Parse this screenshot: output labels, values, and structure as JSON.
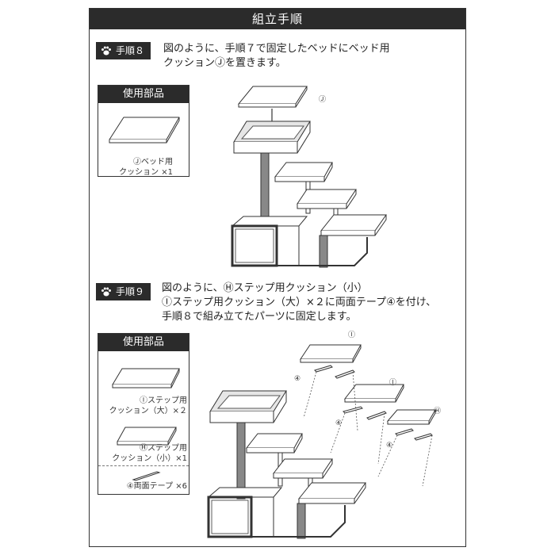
{
  "header": {
    "title": "組立手順"
  },
  "step8": {
    "badge": "手順８",
    "text_line1": "図のように、手順７で固定したベッドにベッド用",
    "text_line2": "クッションⒿを置きます。",
    "parts_title": "使用部品",
    "part_label_line1": "Ⓙベッド用",
    "part_label_line2": "クッション ×1",
    "callout": "Ⓙ"
  },
  "step9": {
    "badge": "手順９",
    "text_line1": "図のように、Ⓗステップ用クッション（小）",
    "text_line2": "Ⓘステップ用クッション（大）×２に両面テープ④を付け、",
    "text_line3": "手順８で組み立てたパーツに固定します。",
    "parts_title": "使用部品",
    "part1_line1": "Ⓘステップ用",
    "part1_line2": "クッション（大）×２",
    "part2_line1": "Ⓗステップ用",
    "part2_line2": "クッション（小）×1",
    "part3_line1": "④両面テープ ×6",
    "callout_i1": "Ⓘ",
    "callout_i2": "Ⓘ",
    "callout_h": "Ⓗ",
    "callout_tape1": "④",
    "callout_tape2": "④",
    "callout_tape3": "④"
  },
  "icons": {
    "badge_icon": "paw-icon"
  }
}
